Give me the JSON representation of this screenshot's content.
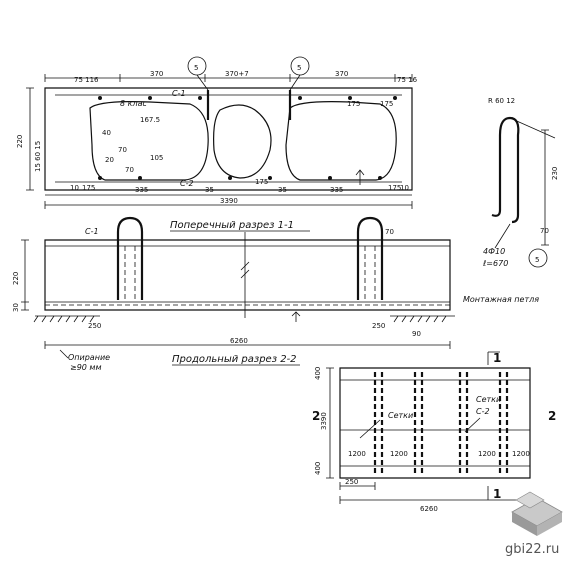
{
  "section1": {
    "dims_top": [
      "370",
      "370+7",
      "370"
    ],
    "edge_left": "75 116",
    "edge_right": "75 16",
    "markers": {
      "left": "5",
      "right": "5"
    },
    "height": "220",
    "height_sub": "15 60 15",
    "inner": {
      "r": "8 клас",
      "a": "167.5",
      "b": "105",
      "c": "40",
      "d": "70",
      "e": "20",
      "f": "70"
    },
    "c1": "C-1",
    "c2": "C-2",
    "bottom_dims": [
      "10",
      "175",
      "335",
      "35",
      "35",
      "335",
      "175",
      "10"
    ],
    "side_dims": [
      "175",
      "175",
      "175"
    ],
    "overall": "3390",
    "title": "Поперечный разрез 1-1"
  },
  "loop": {
    "top": "R 60 12",
    "height": "230",
    "small": "70",
    "spec1": "4Ф10",
    "spec2": "ℓ=670",
    "marker": "5"
  },
  "section2": {
    "c1": "C-1",
    "height": "220",
    "base": "30",
    "dims_left": "250",
    "dims_right": "250",
    "dim_70": "70",
    "dim_90": "90",
    "overall": "6260",
    "support_label": "Опирание",
    "support_value": "≥90 мм",
    "title": "Продольный разрез 2-2",
    "montazh_label": "Монтажная петля"
  },
  "plan": {
    "label_top": "1",
    "label_bottom": "1",
    "label_left": "2",
    "label_right": "2",
    "height": "3390",
    "edge_top": "400",
    "edge_bottom": "400",
    "setka_left": "Сетки",
    "setka_right": "Сетки",
    "c2": "С-2",
    "spans": [
      "1200",
      "1200",
      "1200",
      "1200"
    ],
    "dim_250": "250",
    "overall": "6260"
  },
  "watermark": "gbi22.ru",
  "colors": {
    "ink": "#111111",
    "paper": "#ffffff",
    "logo": "#9a9a9a"
  }
}
